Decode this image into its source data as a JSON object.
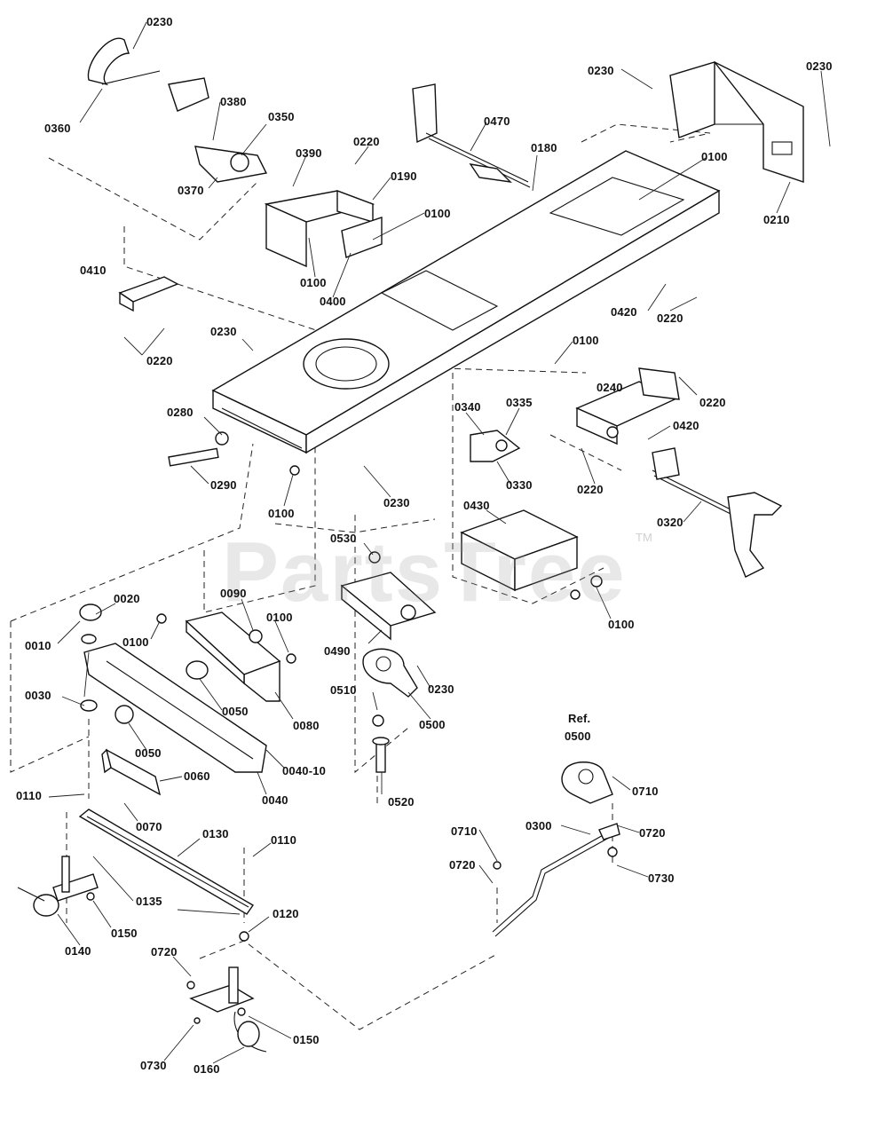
{
  "watermark": {
    "text": "PartsTree",
    "trademark": "TM"
  },
  "callouts": [
    {
      "label": "0230"
    },
    {
      "label": "0360"
    },
    {
      "label": "0380"
    },
    {
      "label": "0350"
    },
    {
      "label": "0370"
    },
    {
      "label": "0220"
    },
    {
      "label": "0390"
    },
    {
      "label": "0190"
    },
    {
      "label": "0100"
    },
    {
      "label": "0100"
    },
    {
      "label": "0400"
    },
    {
      "label": "0410"
    },
    {
      "label": "0220"
    },
    {
      "label": "0470"
    },
    {
      "label": "0180"
    },
    {
      "label": "0100"
    },
    {
      "label": "0230"
    },
    {
      "label": "0230"
    },
    {
      "label": "0210"
    },
    {
      "label": "0420"
    },
    {
      "label": "0220"
    },
    {
      "label": "0230"
    },
    {
      "label": "0280"
    },
    {
      "label": "0290"
    },
    {
      "label": "0100"
    },
    {
      "label": "0230"
    },
    {
      "label": "0100"
    },
    {
      "label": "0240"
    },
    {
      "label": "0220"
    },
    {
      "label": "0340"
    },
    {
      "label": "0335"
    },
    {
      "label": "0330"
    },
    {
      "label": "0420"
    },
    {
      "label": "0220"
    },
    {
      "label": "0320"
    },
    {
      "label": "0430"
    },
    {
      "label": "0530"
    },
    {
      "label": "0100"
    },
    {
      "label": "0490"
    },
    {
      "label": "0230"
    },
    {
      "label": "0510"
    },
    {
      "label": "0500"
    },
    {
      "label": "0520"
    },
    {
      "label": "0010"
    },
    {
      "label": "0020"
    },
    {
      "label": "0100"
    },
    {
      "label": "0090"
    },
    {
      "label": "0100"
    },
    {
      "label": "0030"
    },
    {
      "label": "0050"
    },
    {
      "label": "0080"
    },
    {
      "label": "0050"
    },
    {
      "label": "0040-10"
    },
    {
      "label": "0060"
    },
    {
      "label": "0040"
    },
    {
      "label": "0110"
    },
    {
      "label": "0070"
    },
    {
      "label": "0130"
    },
    {
      "label": "0110"
    },
    {
      "label": "0135"
    },
    {
      "label": "0120"
    },
    {
      "label": "0150"
    },
    {
      "label": "0140"
    },
    {
      "label": "0720"
    },
    {
      "label": "0150"
    },
    {
      "label": "0730"
    },
    {
      "label": "0160"
    },
    {
      "label": "Ref."
    },
    {
      "label": "0500"
    },
    {
      "label": "0710"
    },
    {
      "label": "0710"
    },
    {
      "label": "0300"
    },
    {
      "label": "0720"
    },
    {
      "label": "0720"
    },
    {
      "label": "0730"
    }
  ]
}
